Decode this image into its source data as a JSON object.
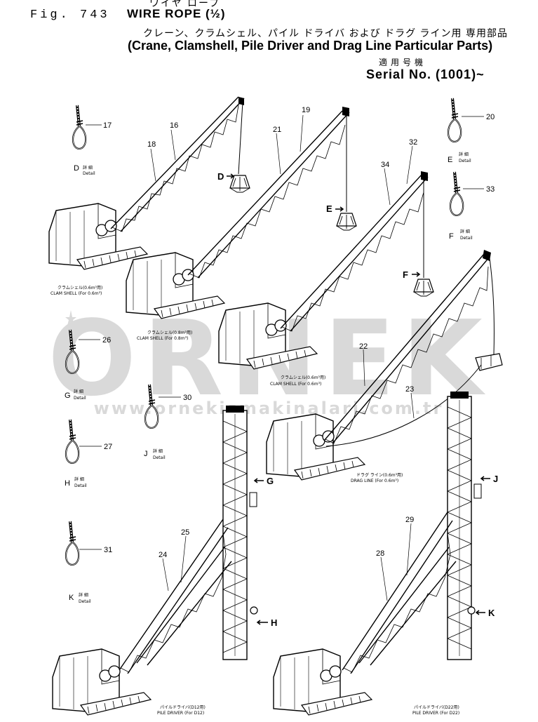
{
  "header": {
    "jp_top": "ワイヤ ロープ",
    "fig": "Fig. 743",
    "wire_rope": "WIRE ROPE (½)",
    "jp_subtitle": "クレーン、クラムシェル、パイル ドライバ および ドラグ ライン用 専用部品",
    "en_subtitle": "(Crane, Clamshell, Pile Driver and Drag Line Particular Parts)",
    "jp_serial": "適用号機",
    "serial": "Serial No. (1001)~"
  },
  "watermark": {
    "logo": "ORNEK",
    "url": "www.ornekismakinalari.com.tr",
    "color": "#d9d9d9"
  },
  "details": [
    {
      "letter": "D",
      "kanji": "詳 細",
      "word": "Detail",
      "part": "17"
    },
    {
      "letter": "E",
      "kanji": "詳 細",
      "word": "Detail",
      "part": "20"
    },
    {
      "letter": "F",
      "kanji": "詳 細",
      "word": "Detail",
      "part": "33"
    },
    {
      "letter": "G",
      "kanji": "詳 細",
      "word": "Detail",
      "part": "26"
    },
    {
      "letter": "J",
      "kanji": "詳 細",
      "word": "Detail",
      "part": "30"
    },
    {
      "letter": "H",
      "kanji": "詳 細",
      "word": "Detail",
      "part": "27"
    },
    {
      "letter": "K",
      "kanji": "詳 細",
      "word": "Detail",
      "part": "31"
    }
  ],
  "callouts": [
    "16",
    "18",
    "19",
    "21",
    "32",
    "34",
    "22",
    "23",
    "25",
    "24",
    "29",
    "28"
  ],
  "pointers": [
    "D",
    "E",
    "F",
    "G",
    "H",
    "J",
    "K"
  ],
  "machines": [
    {
      "jp": "クラムシェル(0.6m³用)",
      "en": "CLAM SHELL (For 0.6m³)"
    },
    {
      "jp": "クラムシェル(0.8m³用)",
      "en": "CLAM SHELL (For 0.8m³)"
    },
    {
      "jp": "クラムシェル(0.6m³用)",
      "en": "CLAM SHELL (For 0.6m³)"
    },
    {
      "jp": "ドラグ ライン(0.6m³用)",
      "en": "DRAG LINE (For 0.6m³)"
    },
    {
      "jp": "パイルドライバ(D12用)",
      "en": "PILE DRIVER (For D12)"
    },
    {
      "jp": "パイルドライバ(D22用)",
      "en": "PILE DRIVER (For D22)"
    }
  ]
}
